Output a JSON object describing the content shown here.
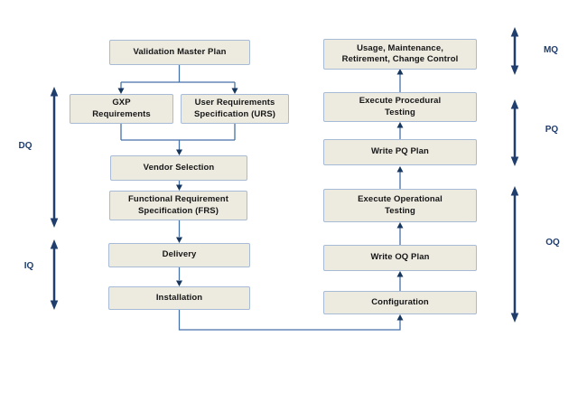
{
  "diagram": {
    "nodes": {
      "validation_master_plan": "Validation Master Plan",
      "gxp_requirements": "GXP\nRequirements",
      "user_requirements_specification": "User Requirements\nSpecification (URS)",
      "vendor_selection": "Vendor Selection",
      "functional_requirement_specification": "Functional Requirement\nSpecification (FRS)",
      "delivery": "Delivery",
      "installation": "Installation",
      "usage_maintenance_retirement_change_control": "Usage, Maintenance,\nRetirement, Change Control",
      "execute_procedural_testing": "Execute Procedural\nTesting",
      "write_pq_plan": "Write PQ Plan",
      "execute_operational_testing": "Execute Operational\nTesting",
      "write_oq_plan": "Write OQ Plan",
      "configuration": "Configuration"
    },
    "stage_labels": {
      "dq": "DQ",
      "iq": "IQ",
      "mq": "MQ",
      "pq": "PQ",
      "oq": "OQ"
    },
    "colors": {
      "background": "#FFFFFF",
      "box_fill": "#EDEAE0",
      "box_border": "#A7BBD6",
      "connector_line": "#4672A8",
      "connector_arrowhead": "#17365D",
      "stage_arrow": "#1F3D6D",
      "stage_label_text": "#1F3D6D",
      "node_text": "#161616"
    }
  }
}
